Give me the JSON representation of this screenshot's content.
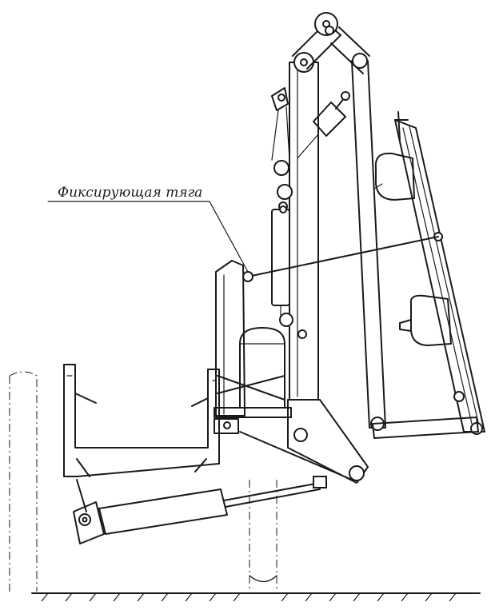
{
  "drawing": {
    "callout_label": "Фиксирующая тяга",
    "colors": {
      "ink": "#1a1a1a",
      "paper": "#ffffff"
    },
    "parts": [
      "fixing-rod",
      "vertical-column",
      "rear-post",
      "front-post",
      "tilting-platform",
      "cargo-box",
      "lift-cylinder",
      "upper-cylinder",
      "lower-hydraulic-cylinder",
      "support-pillar",
      "ground-line"
    ]
  }
}
